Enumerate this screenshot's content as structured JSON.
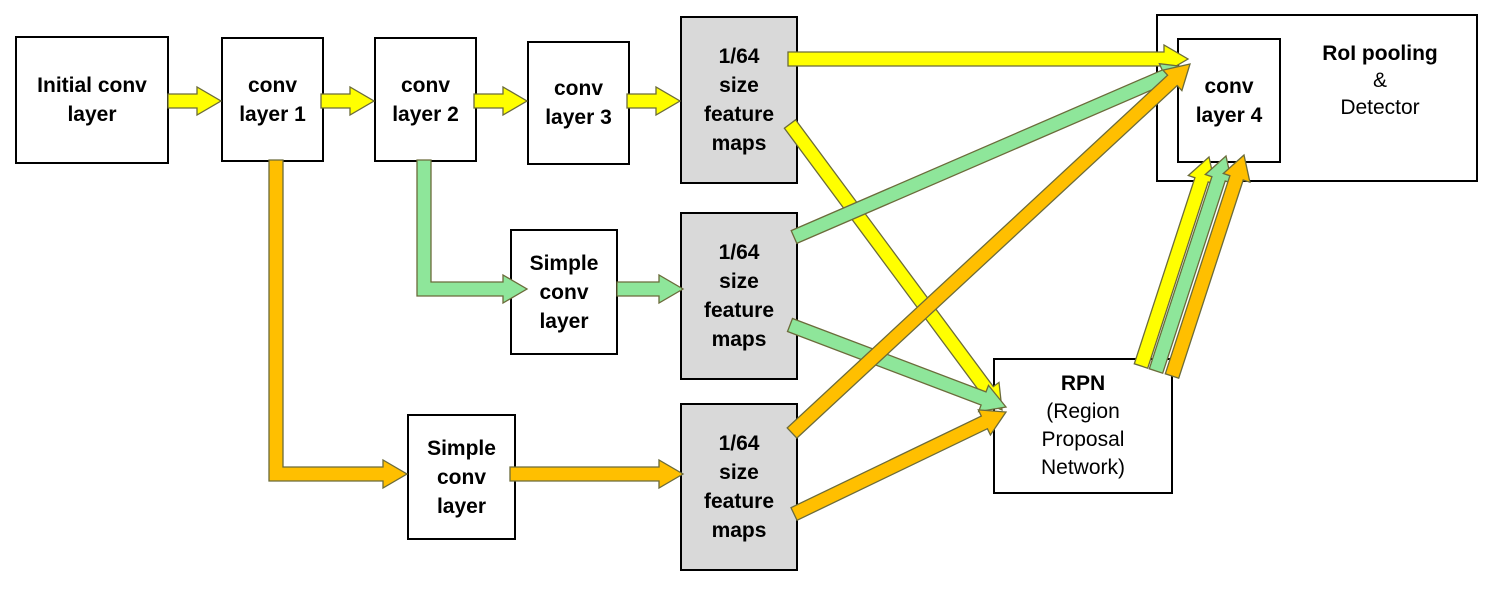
{
  "colors": {
    "yellow": "#ffff00",
    "green": "#8ee69a",
    "orange": "#ffbf00",
    "gray_fill": "#d9d9d9"
  },
  "boxes": {
    "initial": [
      "Initial conv",
      "layer"
    ],
    "conv1": [
      "conv",
      "layer 1"
    ],
    "conv2": [
      "conv",
      "layer 2"
    ],
    "conv3": [
      "conv",
      "layer 3"
    ],
    "fmap_top": [
      "1/64",
      "size",
      "feature",
      "maps"
    ],
    "simple1": [
      "Simple",
      "conv",
      "layer"
    ],
    "fmap_mid": [
      "1/64",
      "size",
      "feature",
      "maps"
    ],
    "simple2": [
      "Simple",
      "conv",
      "layer"
    ],
    "fmap_bottom": [
      "1/64",
      "size",
      "feature",
      "maps"
    ],
    "rpn": [
      "RPN",
      "(Region",
      "Proposal",
      "Network)"
    ],
    "conv4": [
      "conv",
      "layer 4"
    ]
  },
  "detector": {
    "title": "RoI pooling",
    "amp": "&",
    "sub": "Detector"
  }
}
